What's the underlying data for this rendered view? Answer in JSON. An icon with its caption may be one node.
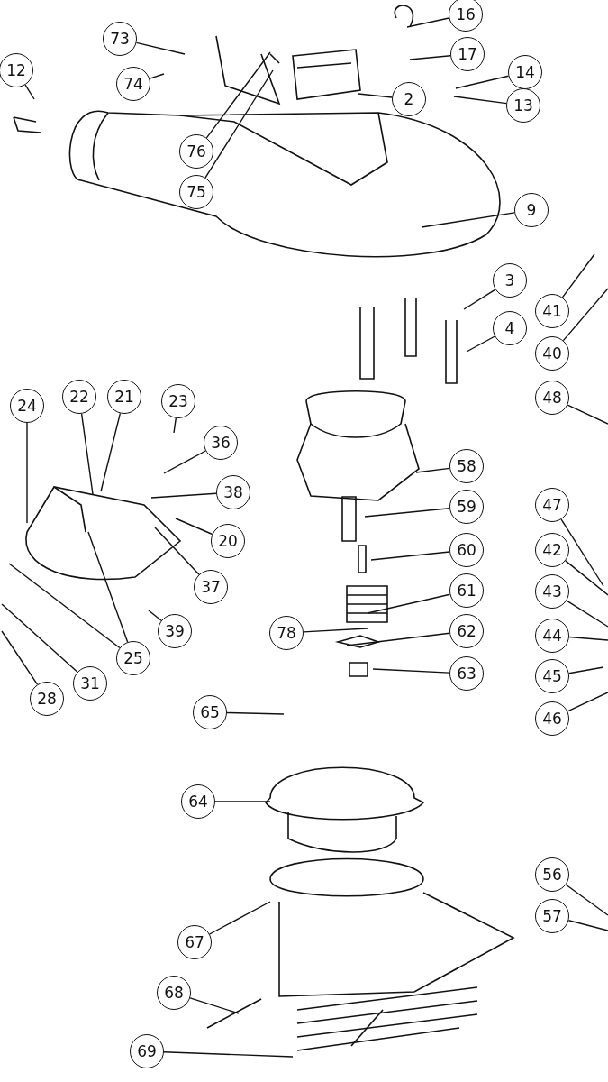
{
  "diagram": {
    "nodes": [
      {
        "text": [
          "16"
        ]
      },
      {
        "text": [
          "17"
        ]
      },
      {
        "text": [
          "14"
        ]
      },
      {
        "text": [
          "13"
        ]
      },
      {
        "text": [
          "2"
        ]
      },
      {
        "text": [
          "73"
        ]
      },
      {
        "text": [
          "74"
        ]
      },
      {
        "text": [
          "12"
        ]
      },
      {
        "text": [
          "76"
        ]
      },
      {
        "text": [
          "75"
        ]
      },
      {
        "text": [
          "9"
        ]
      },
      {
        "text": [
          "3"
        ]
      },
      {
        "text": [
          "4"
        ]
      },
      {
        "text": [
          "41"
        ]
      },
      {
        "text": [
          "40"
        ]
      },
      {
        "text": [
          "48"
        ]
      },
      {
        "text": [
          "24"
        ]
      },
      {
        "text": [
          "22"
        ]
      },
      {
        "text": [
          "21"
        ]
      },
      {
        "text": [
          "23"
        ]
      },
      {
        "text": [
          "36"
        ]
      },
      {
        "text": [
          "38"
        ]
      },
      {
        "text": [
          "20"
        ]
      },
      {
        "text": [
          "37"
        ]
      },
      {
        "text": [
          "39"
        ]
      },
      {
        "text": [
          "25"
        ]
      },
      {
        "text": [
          "31"
        ]
      },
      {
        "text": [
          "28"
        ]
      },
      {
        "text": [
          "58"
        ]
      },
      {
        "text": [
          "59"
        ]
      },
      {
        "text": [
          "60"
        ]
      },
      {
        "text": [
          "61"
        ]
      },
      {
        "text": [
          "78"
        ]
      },
      {
        "text": [
          "62"
        ]
      },
      {
        "text": [
          "63"
        ]
      },
      {
        "text": [
          "65"
        ]
      },
      {
        "text": [
          "64"
        ]
      },
      {
        "text": [
          "67"
        ]
      },
      {
        "text": [
          "68"
        ]
      },
      {
        "text": [
          "69"
        ]
      },
      {
        "text": [
          "47"
        ]
      },
      {
        "text": [
          "42"
        ]
      },
      {
        "text": [
          "43"
        ]
      },
      {
        "text": [
          "44"
        ]
      },
      {
        "text": [
          "45"
        ]
      },
      {
        "text": [
          "46"
        ]
      },
      {
        "text": [
          "56"
        ]
      },
      {
        "text": [
          "57"
        ]
      }
    ],
    "edges": [
      {
        "from": 0,
        "to": null,
        "arrow": "none"
      },
      {
        "from": 1,
        "to": null,
        "arrow": "none"
      },
      {
        "from": 2,
        "to": null,
        "arrow": "none"
      },
      {
        "from": 3,
        "to": null,
        "arrow": "none"
      },
      {
        "from": 4,
        "to": null,
        "arrow": "none"
      },
      {
        "from": 5,
        "to": null,
        "arrow": "none"
      },
      {
        "from": 6,
        "to": null,
        "arrow": "none"
      },
      {
        "from": 7,
        "to": null,
        "arrow": "none"
      },
      {
        "from": 8,
        "to": null,
        "arrow": "none"
      },
      {
        "from": 9,
        "to": null,
        "arrow": "none"
      },
      {
        "from": 10,
        "to": null,
        "arrow": "none"
      },
      {
        "from": 11,
        "to": null,
        "arrow": "none"
      },
      {
        "from": 12,
        "to": null,
        "arrow": "none"
      },
      {
        "from": 13,
        "to": null,
        "arrow": "none"
      },
      {
        "from": 14,
        "to": null,
        "arrow": "none"
      },
      {
        "from": 15,
        "to": null,
        "arrow": "none"
      },
      {
        "from": 16,
        "to": null,
        "arrow": "none"
      },
      {
        "from": 17,
        "to": null,
        "arrow": "none"
      },
      {
        "from": 18,
        "to": null,
        "arrow": "none"
      },
      {
        "from": 19,
        "to": null,
        "arrow": "none"
      },
      {
        "from": 20,
        "to": null,
        "arrow": "none"
      },
      {
        "from": 21,
        "to": null,
        "arrow": "none"
      },
      {
        "from": 22,
        "to": null,
        "arrow": "none"
      },
      {
        "from": 23,
        "to": null,
        "arrow": "none"
      },
      {
        "from": 24,
        "to": null,
        "arrow": "none"
      },
      {
        "from": 25,
        "to": null,
        "arrow": "none"
      },
      {
        "from": 25,
        "to": null,
        "arrow": "none"
      },
      {
        "from": 26,
        "to": null,
        "arrow": "none"
      },
      {
        "from": 27,
        "to": null,
        "arrow": "none"
      },
      {
        "from": 28,
        "to": null,
        "arrow": "none"
      },
      {
        "from": 29,
        "to": null,
        "arrow": "none"
      },
      {
        "from": 30,
        "to": null,
        "arrow": "none"
      },
      {
        "from": 31,
        "to": null,
        "arrow": "none"
      },
      {
        "from": 32,
        "to": null,
        "arrow": "none"
      },
      {
        "from": 33,
        "to": null,
        "arrow": "none"
      },
      {
        "from": 34,
        "to": null,
        "arrow": "none"
      },
      {
        "from": 35,
        "to": null,
        "arrow": "none"
      },
      {
        "from": 36,
        "to": null,
        "arrow": "none"
      },
      {
        "from": 37,
        "to": null,
        "arrow": "none"
      },
      {
        "from": 38,
        "to": null,
        "arrow": "none"
      },
      {
        "from": 39,
        "to": null,
        "arrow": "none"
      },
      {
        "from": 40,
        "to": null,
        "arrow": "none"
      },
      {
        "from": 41,
        "to": null,
        "arrow": "none"
      },
      {
        "from": 42,
        "to": null,
        "arrow": "none"
      },
      {
        "from": 43,
        "to": null,
        "arrow": "none"
      },
      {
        "from": 44,
        "to": null,
        "arrow": "none"
      },
      {
        "from": 45,
        "to": null,
        "arrow": "none"
      },
      {
        "from": 46,
        "to": null,
        "arrow": "none"
      },
      {
        "from": 47,
        "to": null,
        "arrow": "none"
      }
    ]
  }
}
